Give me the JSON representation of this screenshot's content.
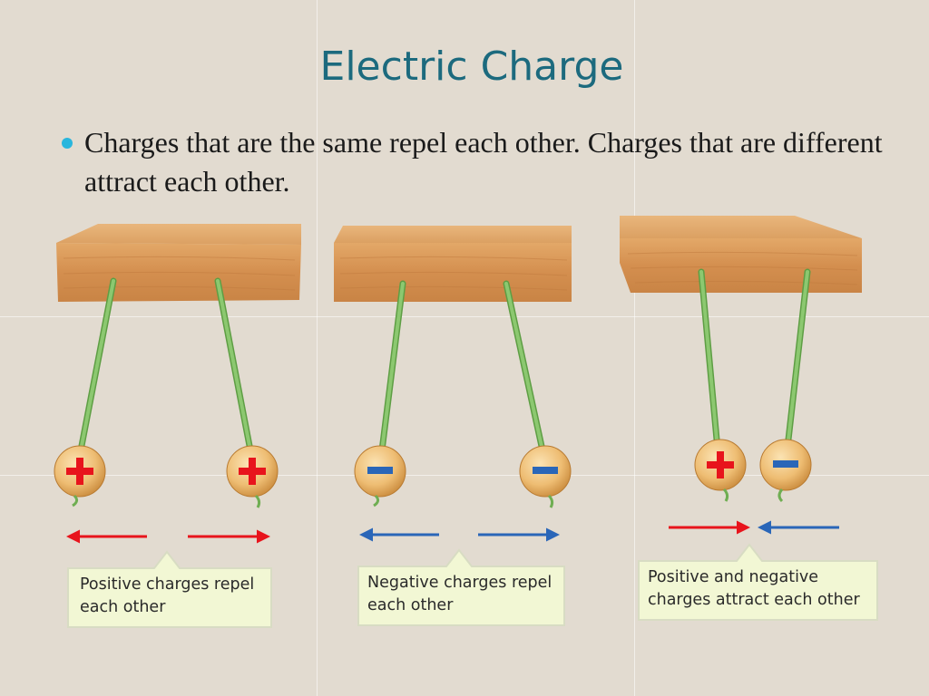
{
  "slide": {
    "title": "Electric Charge",
    "bullet_text": "Charges that are the same repel each other. Charges that are different attract each other."
  },
  "panels": [
    {
      "caption": "Positive charges repel each other",
      "caption_lines": [
        "Positive charges repel",
        "each other"
      ],
      "charges": [
        "+",
        "+"
      ],
      "interaction": "repel"
    },
    {
      "caption": "Negative charges repel each other",
      "caption_lines": [
        "Negative charges repel",
        "each other"
      ],
      "charges": [
        "−",
        "−"
      ],
      "interaction": "repel"
    },
    {
      "caption": "Positive and negative charges attract each other",
      "caption_lines": [
        "Positive and negative",
        "charges attract each other"
      ],
      "charges": [
        "+",
        "−"
      ],
      "interaction": "attract"
    }
  ],
  "colors": {
    "title": "#1c6a7e",
    "bullet": "#29b6dd",
    "positive": "#e8141c",
    "negative": "#2a66b8",
    "string": "#8cc870",
    "wood": "#d89a5c",
    "callout_fill": "#f2f7d4"
  }
}
